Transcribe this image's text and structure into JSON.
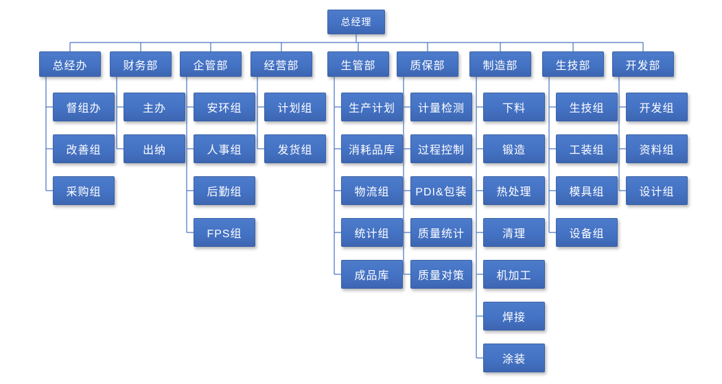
{
  "org_chart": {
    "root": {
      "label": "总经理"
    },
    "departments": [
      {
        "label": "总经办",
        "children": [
          "督组办",
          "改善组",
          "采购组"
        ]
      },
      {
        "label": "财务部",
        "children": [
          "主办",
          "出纳"
        ]
      },
      {
        "label": "企管部",
        "children": [
          "安环组",
          "人事组",
          "后勤组",
          "FPS组"
        ]
      },
      {
        "label": "经营部",
        "children": [
          "计划组",
          "发货组"
        ]
      },
      {
        "label": "生管部",
        "children": [
          "生产计划",
          "消耗品库",
          "物流组",
          "统计组",
          "成品库"
        ]
      },
      {
        "label": "质保部",
        "children": [
          "计量检测",
          "过程控制",
          "PDI&包装",
          "质量统计",
          "质量对策"
        ]
      },
      {
        "label": "制造部",
        "children": [
          "下料",
          "锻造",
          "热处理",
          "清理",
          "机加工",
          "焊接",
          "涂装"
        ]
      },
      {
        "label": "生技部",
        "children": [
          "生技组",
          "工装组",
          "模具组",
          "设备组"
        ]
      },
      {
        "label": "开发部",
        "children": [
          "开发组",
          "资料组",
          "设计组"
        ]
      }
    ],
    "colors": {
      "node_fill": "#4472C4",
      "node_border": "#3A61A6",
      "node_text": "#FFFFFF",
      "connector": "#4472C4",
      "background": "#FFFFFF"
    }
  }
}
